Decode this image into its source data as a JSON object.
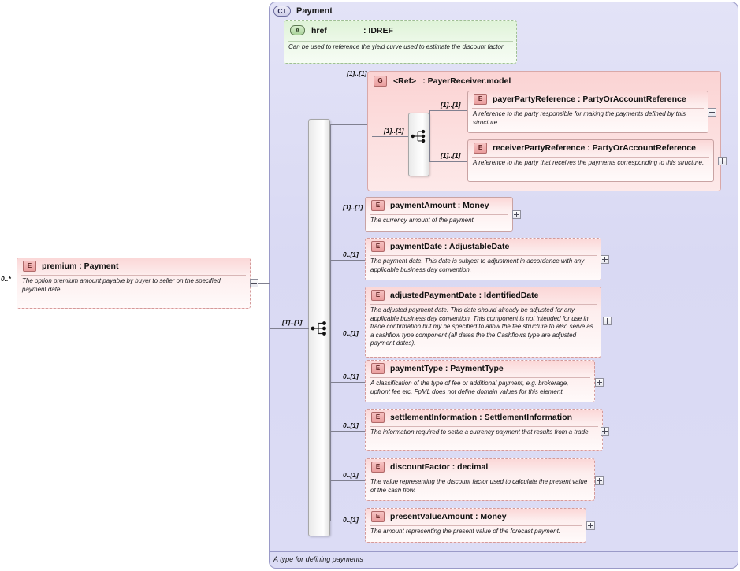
{
  "diagram": {
    "kind": "xsd-schema-diagram",
    "complex_type": {
      "badge": "CT",
      "name": "Payment",
      "footer_doc": "A type for defining payments"
    },
    "root_element": {
      "badge": "E",
      "title": "premium : Payment",
      "documentation": "The option premium amount payable by buyer to seller on the specified payment date.",
      "cardinality": "0..*",
      "toggle": "minus"
    },
    "attribute": {
      "badge": "A",
      "name": "href",
      "type": ": IDREF",
      "documentation": "Can be used to reference the yield curve used to estimate the discount factor"
    },
    "group": {
      "badge": "G",
      "title": "<Ref>",
      "type": ": PayerReceiver.model",
      "cardinality": "[1]..[1]",
      "children": [
        {
          "badge": "E",
          "title": "payerPartyReference : PartyOrAccountReference",
          "documentation": "A reference to the party responsible for making the payments defined by this structure.",
          "cardinality": "[1]..[1]",
          "toggle": "plus"
        },
        {
          "badge": "E",
          "title": "receiverPartyReference : PartyOrAccountReference",
          "documentation": "A reference to the party that receives the payments corresponding to this structure.",
          "cardinality": "[1]..[1]",
          "toggle": "plus"
        }
      ]
    },
    "sequence_cardinality": "[1]..[1]",
    "group_ref_cardinality": "[1]..[1]",
    "elements": [
      {
        "badge": "E",
        "title": "paymentAmount : Money",
        "documentation": "The currency amount of the payment.",
        "cardinality": "[1]..[1]",
        "toggle": "plus"
      },
      {
        "badge": "E",
        "title": "paymentDate : AdjustableDate",
        "documentation": "The payment date. This date is subject to adjustment in accordance with any applicable business day convention.",
        "cardinality": "0..[1]",
        "toggle": "plus"
      },
      {
        "badge": "E",
        "title": "adjustedPaymentDate : IdentifiedDate",
        "documentation": "The adjusted payment date. This date should already be adjusted for any applicable business day convention. This component is not intended for use in trade confirmation but my be specified to allow the fee structure to also serve as a cashflow type component (all dates the the Cashflows type are adjusted payment dates).",
        "cardinality": "0..[1]",
        "toggle": "plus"
      },
      {
        "badge": "E",
        "title": "paymentType : PaymentType",
        "documentation": "A classification of the type of fee or additional payment, e.g. brokerage, upfront fee etc. FpML does not define domain values for this element.",
        "cardinality": "0..[1]",
        "toggle": "plus"
      },
      {
        "badge": "E",
        "title": "settlementInformation : SettlementInformation",
        "documentation": "The information required to settle a currency payment that results from a trade.",
        "cardinality": "0..[1]",
        "toggle": "plus"
      },
      {
        "badge": "E",
        "title": "discountFactor : decimal",
        "documentation": "The value representing the discount factor used to calculate the present value of the cash flow.",
        "cardinality": "0..[1]",
        "toggle": "plus"
      },
      {
        "badge": "E",
        "title": "presentValueAmount : Money",
        "documentation": "The amount representing the present value of the forecast payment.",
        "cardinality": "0..[1]",
        "toggle": "plus"
      }
    ],
    "colors": {
      "complex_type_bg": "#dcdcf4",
      "element_bg": "#fbd7d7",
      "attribute_bg": "#e3f4dc",
      "group_bg": "#fbd3d3",
      "line": "#808090",
      "border": "#9a9ac8"
    }
  }
}
